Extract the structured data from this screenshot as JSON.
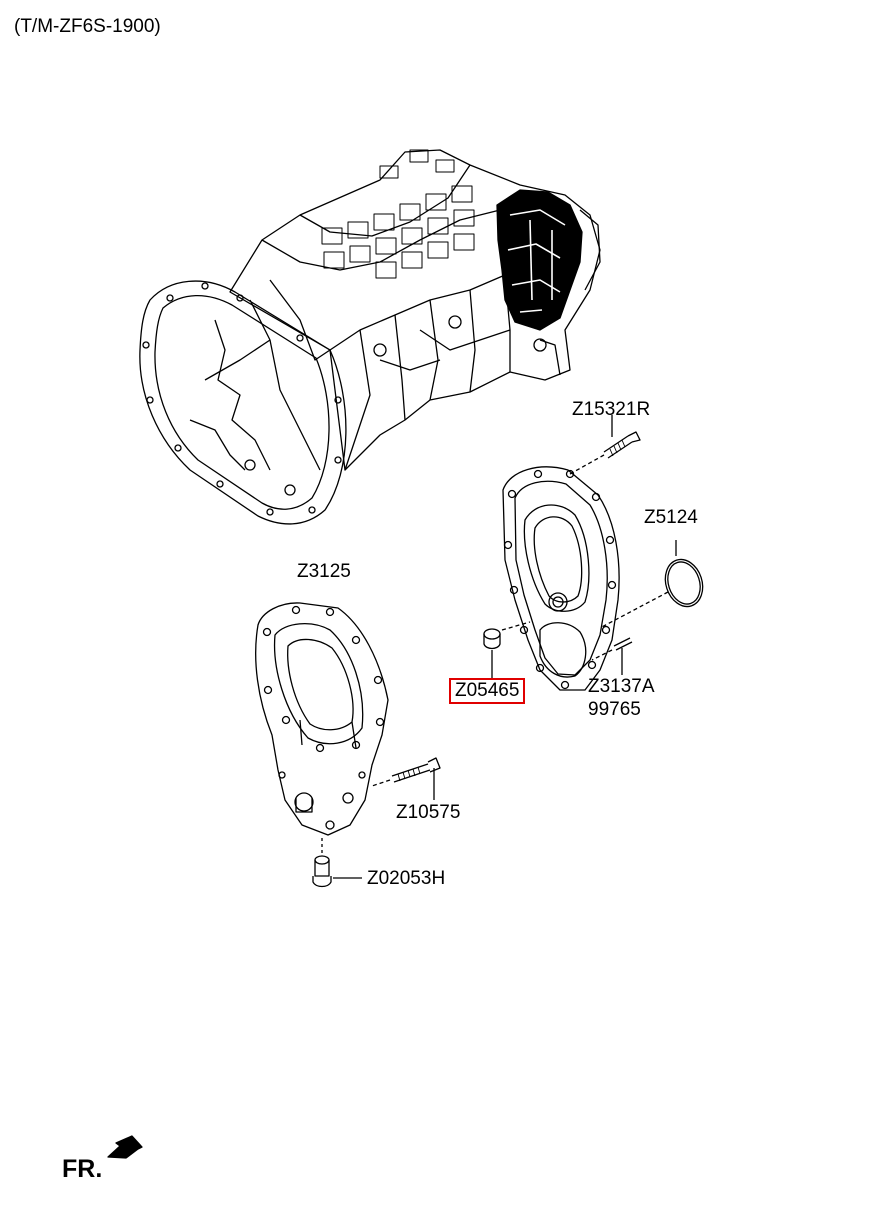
{
  "title": "(T/M-ZF6S-1900)",
  "front_marker": {
    "label": "FR.",
    "icon": "front-arrow-icon"
  },
  "parts": [
    {
      "id": "Z15321R",
      "label": "Z15321R",
      "highlighted": false
    },
    {
      "id": "Z5124",
      "label": "Z5124",
      "highlighted": false
    },
    {
      "id": "Z3125",
      "label": "Z3125",
      "highlighted": false
    },
    {
      "id": "Z05465",
      "label": "Z05465",
      "highlighted": true
    },
    {
      "id": "Z3137A",
      "label": "Z3137A",
      "highlighted": false
    },
    {
      "id": "99765",
      "label": "99765",
      "highlighted": false
    },
    {
      "id": "Z10575",
      "label": "Z10575",
      "highlighted": false
    },
    {
      "id": "Z02053H",
      "label": "Z02053H",
      "highlighted": false
    }
  ],
  "colors": {
    "highlight_border": "#e00000",
    "line": "#000000"
  }
}
